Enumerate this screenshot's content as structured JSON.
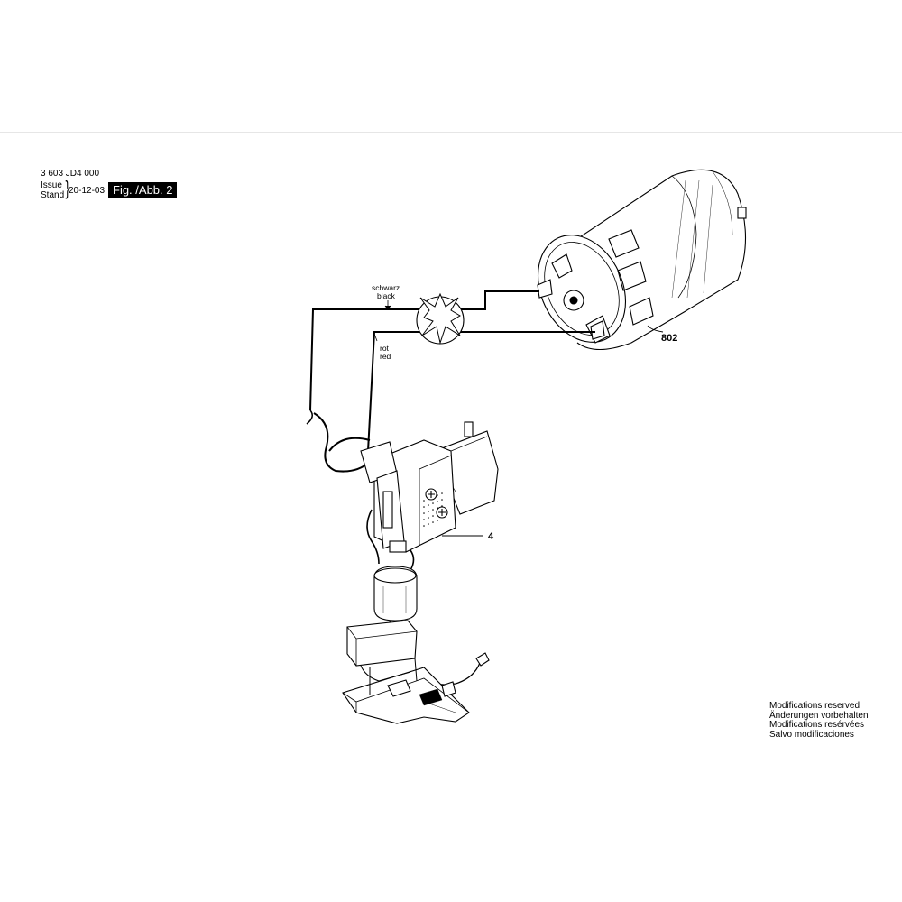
{
  "header": {
    "part_number": "3 603 JD4 000",
    "issue_label": "Issue",
    "stand_label": "Stand",
    "date": "20-12-03",
    "figure": "Fig. /Abb. 2"
  },
  "wire_labels": {
    "black_de": "schwarz",
    "black_en": "black",
    "red_de": "rot",
    "red_en": "red"
  },
  "part_labels": {
    "motor": "802",
    "switch": "4"
  },
  "footer": {
    "line1": "Modifications reserved",
    "line2": "Änderungen vorbehalten",
    "line3": "Modifications resérvées",
    "line4": "Salvo modificaciones"
  }
}
